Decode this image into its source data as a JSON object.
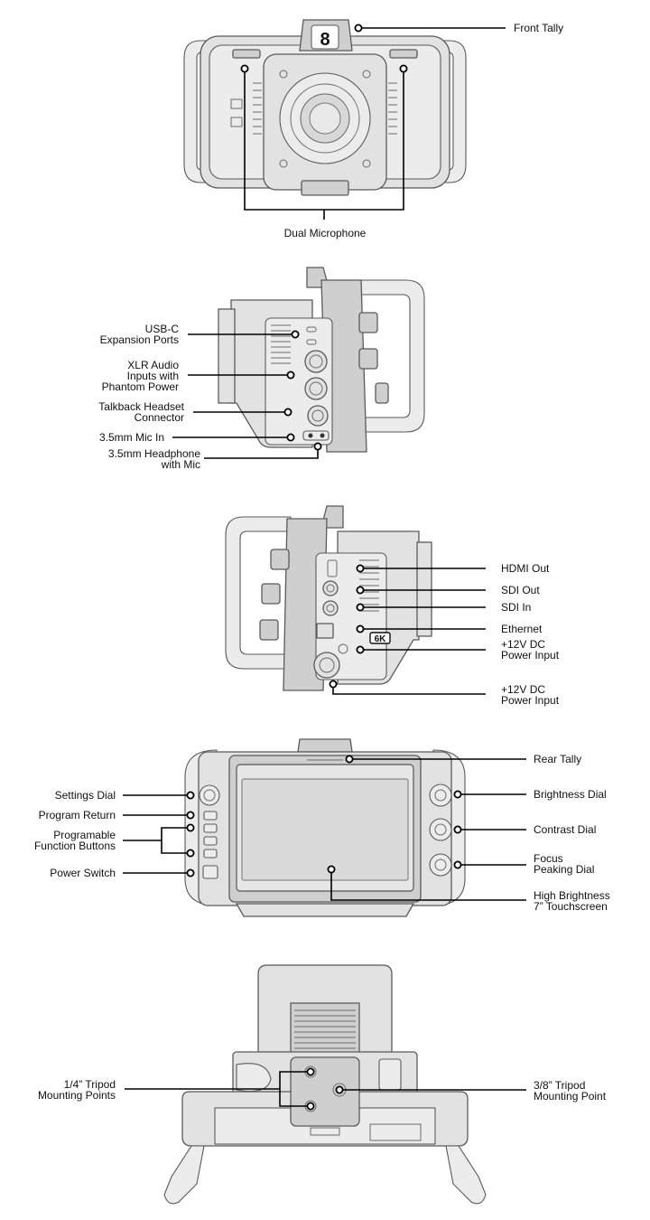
{
  "views": {
    "front": {
      "tally_number": "8",
      "callouts": {
        "front_tally": "Front Tally",
        "dual_microphone": "Dual Microphone"
      }
    },
    "left_side": {
      "callouts": {
        "usb_c": [
          "USB-C",
          "Expansion Ports"
        ],
        "xlr_audio": [
          "XLR Audio",
          "Inputs with",
          "Phantom Power"
        ],
        "talkback": [
          "Talkback Headset",
          "Connector"
        ],
        "mic_in": [
          "3.5mm Mic In"
        ],
        "headphone": [
          "3.5mm Headphone",
          "with Mic"
        ]
      }
    },
    "right_side": {
      "badge": "6K",
      "callouts": {
        "hdmi_out": [
          "HDMI Out"
        ],
        "sdi_out": [
          "SDI Out"
        ],
        "sdi_in": [
          "SDI In"
        ],
        "ethernet": [
          "Ethernet"
        ],
        "power_12v_a": [
          "+12V DC",
          "Power Input"
        ],
        "power_12v_b": [
          "+12V DC",
          "Power Input"
        ]
      }
    },
    "rear": {
      "callouts": {
        "settings_dial": [
          "Settings Dial"
        ],
        "program_return": [
          "Program Return"
        ],
        "function_buttons": [
          "Programable",
          "Function Buttons"
        ],
        "power_switch": [
          "Power Switch"
        ],
        "rear_tally": [
          "Rear Tally"
        ],
        "brightness_dial": [
          "Brightness Dial"
        ],
        "contrast_dial": [
          "Contrast Dial"
        ],
        "focus_peaking_dial": [
          "Focus",
          "Peaking Dial"
        ],
        "touchscreen": [
          "High Brightness",
          "7” Touchscreen"
        ]
      }
    },
    "bottom": {
      "callouts": {
        "quarter_inch": [
          "1/4” Tripod",
          "Mounting Points"
        ],
        "three_eighth_inch": [
          "3/8” Tripod",
          "Mounting Point"
        ]
      }
    }
  }
}
